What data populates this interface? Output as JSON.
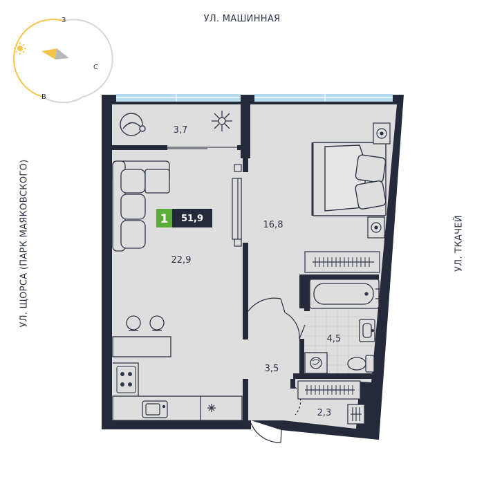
{
  "streets": {
    "top": "УЛ. МАШИННАЯ",
    "left": "УЛ. ЩОРСА (ПАРК МАЯКОВСКОГО)",
    "right": "УЛ. ТКАЧЕЙ"
  },
  "compass": {
    "west_letter": "З",
    "north_letter": "С",
    "east_letter": "В",
    "icons": [
      "sun-icon",
      "direction-arrow-icon"
    ]
  },
  "badge": {
    "rooms": "1",
    "total_area": "51,9"
  },
  "rooms": {
    "balcony": "3,7",
    "bedroom": "16,8",
    "living_kitchen": "22,9",
    "bathroom": "4,5",
    "hallway": "3,5",
    "storage": "2,3"
  },
  "colors": {
    "wall": "#242a3a",
    "floor": "#dedede",
    "window": "#b8dcef",
    "badge_green": "#5dab3a",
    "badge_dark": "#242a3a",
    "sun_yellow": "#f3c64b"
  }
}
